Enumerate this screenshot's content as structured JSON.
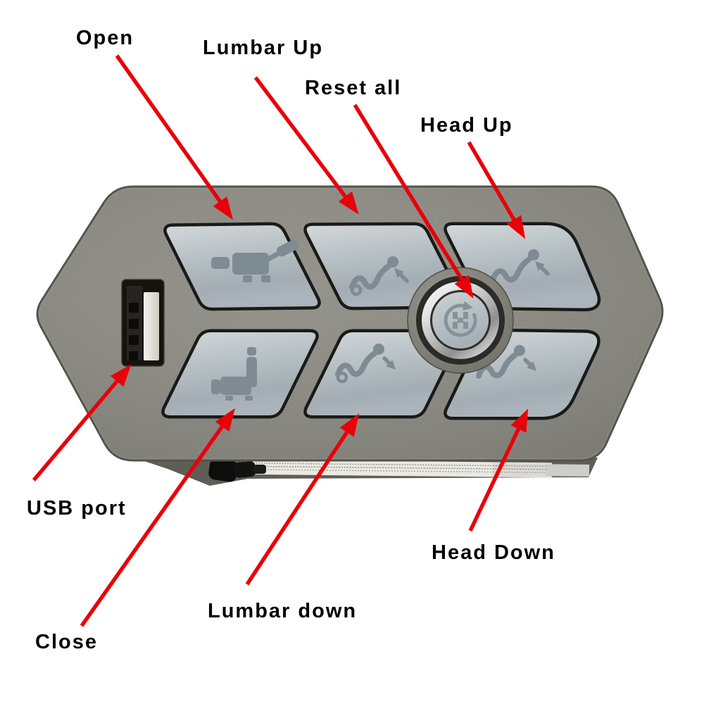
{
  "scene": {
    "background": "#ffffff",
    "description": "Annotated product photo of a hexagonal recliner hand control with six rocker buttons, a central reset button and a USB charging port"
  },
  "annotations": [
    {
      "id": "open",
      "label": "Open",
      "target": "open-button"
    },
    {
      "id": "lumbar-up",
      "label": "Lumbar Up",
      "target": "lumbar-up-button"
    },
    {
      "id": "reset-all",
      "label": "Reset all",
      "target": "reset-all-button"
    },
    {
      "id": "head-up",
      "label": "Head Up",
      "target": "head-up-button"
    },
    {
      "id": "usb-port",
      "label": "USB port",
      "target": "usb-port"
    },
    {
      "id": "close",
      "label": "Close",
      "target": "close-button"
    },
    {
      "id": "lumbar-down",
      "label": "Lumbar down",
      "target": "lumbar-down-button"
    },
    {
      "id": "head-down",
      "label": "Head Down",
      "target": "head-down-button"
    }
  ],
  "remote": {
    "buttons": [
      {
        "id": "open",
        "function": "Open",
        "icon": "chair-reclined-icon"
      },
      {
        "id": "lumbar-up",
        "function": "Lumbar Up",
        "icon": "person-lumbar-up-icon"
      },
      {
        "id": "head-up",
        "function": "Head Up",
        "icon": "person-head-up-icon"
      },
      {
        "id": "close",
        "function": "Close",
        "icon": "chair-upright-icon"
      },
      {
        "id": "lumbar-down",
        "function": "Lumbar down",
        "icon": "person-lumbar-down-icon"
      },
      {
        "id": "head-down",
        "function": "Head Down",
        "icon": "person-head-down-icon"
      },
      {
        "id": "reset-all",
        "function": "Reset all",
        "icon": "reset-h-icon"
      }
    ],
    "ports": [
      {
        "id": "usb-port",
        "label": "USB port"
      }
    ]
  },
  "colors": {
    "annotation_red": "#e8000a",
    "body_gray": "#84847c",
    "button_gray": "#b7c0c4",
    "icon_gray": "#7e8b93",
    "chrome": "#e2e2e2",
    "label_text": "#000000"
  }
}
